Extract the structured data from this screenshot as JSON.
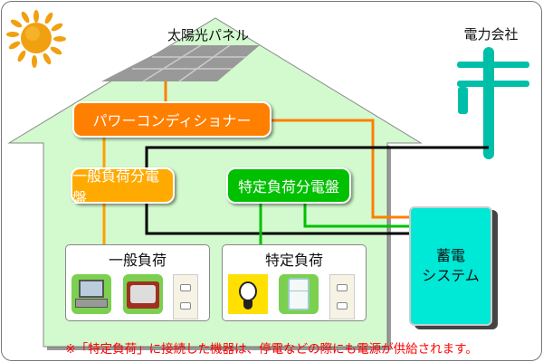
{
  "labels": {
    "solar_panel": "太陽光パネル",
    "power_company": "電力会社",
    "power_conditioner": "パワーコンディショナー",
    "general_distribution_board": "一般負荷分電盤",
    "specific_distribution_board": "特定負荷分電盤",
    "general_load": "一般負荷",
    "specific_load": "特定負荷",
    "battery_line1": "蓄電",
    "battery_line2": "システム"
  },
  "footnote": "※「特定負荷」に接続した機器は、停電などの際にも電源が供給されます。",
  "colors": {
    "house": "#d3f9cf",
    "power_conditioner": "#ff7f00",
    "general_board": "#ffaa00",
    "specific_board": "#00c000",
    "battery": "#00e8d6",
    "pole": "#00bfa8",
    "note": "#ff0000"
  }
}
